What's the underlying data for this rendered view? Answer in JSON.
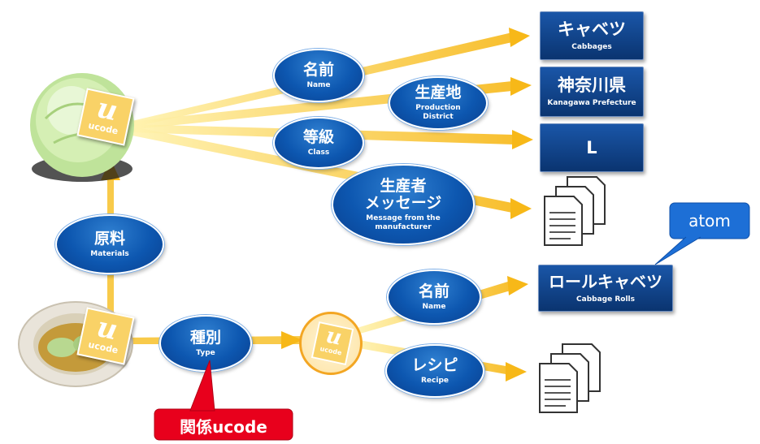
{
  "nodes": {
    "name_top": {
      "jp": "名前",
      "en": "Name"
    },
    "production_district": {
      "jp": "生産地",
      "en": "Production District"
    },
    "class": {
      "jp": "等級",
      "en": "Class"
    },
    "producer_message": {
      "jp_line1": "生産者",
      "jp_line2": "メッセージ",
      "en": "Message from the manufacturer"
    },
    "materials": {
      "jp": "原料",
      "en": "Materials"
    },
    "type": {
      "jp": "種別",
      "en": "Type"
    },
    "name_bottom": {
      "jp": "名前",
      "en": "Name"
    },
    "recipe": {
      "jp": "レシピ",
      "en": "Recipe"
    }
  },
  "values": {
    "cabbages": {
      "jp": "キャベツ",
      "en": "Cabbages"
    },
    "kanagawa": {
      "jp": "神奈川県",
      "en": "Kanagawa Prefecture"
    },
    "class_value": {
      "jp": "L"
    },
    "cabbage_rolls": {
      "jp": "ロールキャベツ",
      "en": "Cabbage Rolls"
    }
  },
  "ucode_tags": {
    "cabbage_tag": "ucode",
    "plate_tag": "ucode",
    "center_tag": "ucode"
  },
  "callouts": {
    "atom": "atom",
    "relation_ucode": "関係ucode"
  },
  "colors": {
    "ellipse_blue": "#0d57b0",
    "box_navy": "#0a3470",
    "arrow_yellow": "#f7c12a",
    "callout_red": "#e8001c",
    "callout_blue": "#1d6fd6"
  }
}
